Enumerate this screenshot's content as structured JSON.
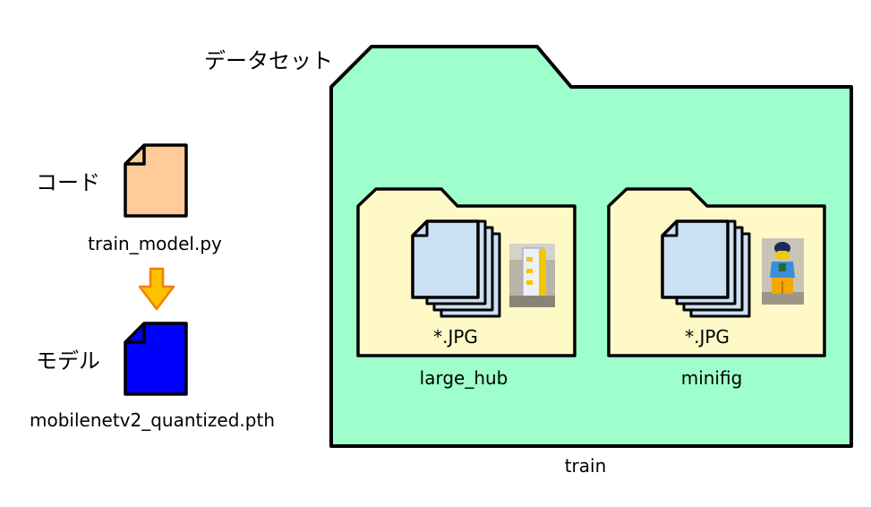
{
  "dataset_folder": {
    "label": "データセット",
    "name": "train",
    "color": "#9fffcc",
    "subfolders": [
      {
        "name": "large_hub",
        "files_label": "*.JPG",
        "photo_icon": "large-hub-photo"
      },
      {
        "name": "minifig",
        "files_label": "*.JPG",
        "photo_icon": "minifig-photo"
      }
    ]
  },
  "code_file": {
    "label": "コード",
    "filename": "train_model.py",
    "color": "#ffcc99"
  },
  "arrow": {
    "icon": "arrow-down-icon",
    "color": "#ffc000"
  },
  "model_file": {
    "label": "モデル",
    "filename": "mobilenetv2_quantized.pth",
    "color": "#0000ff"
  }
}
